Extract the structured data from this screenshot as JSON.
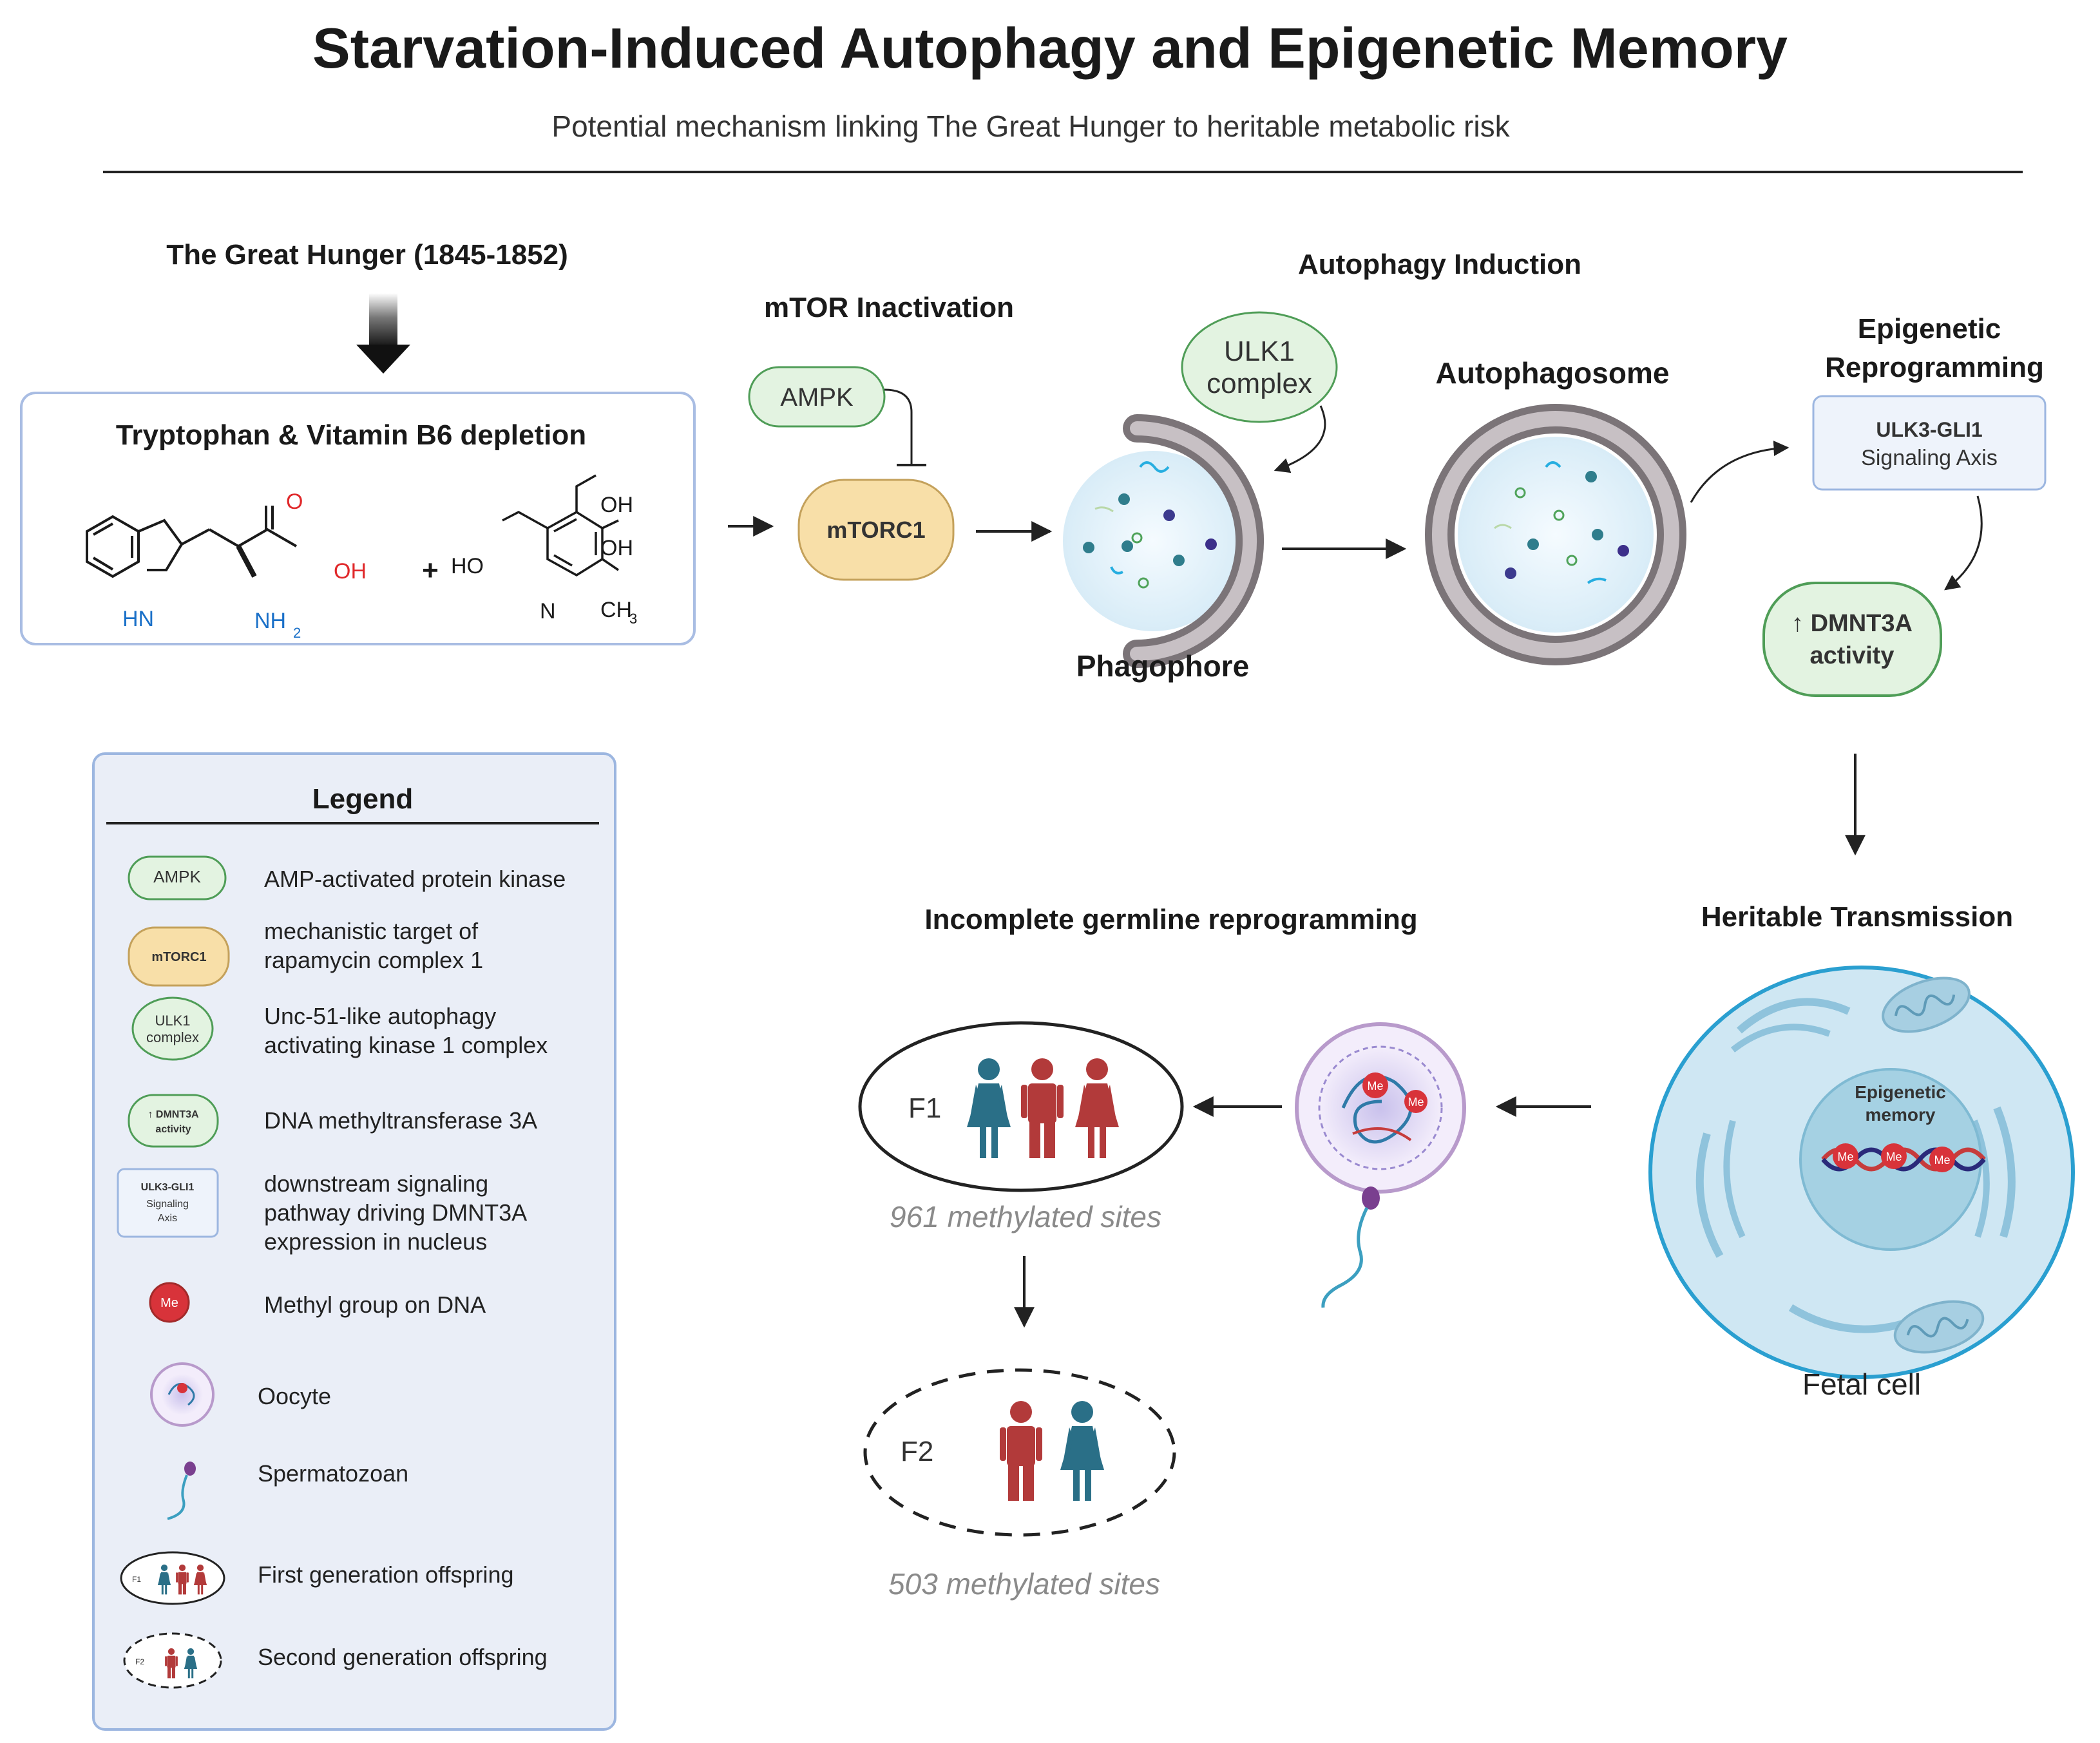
{
  "title": "Starvation-Induced Autophagy and Epigenetic Memory",
  "subtitle": "Potential mechanism linking The Great Hunger to heritable metabolic risk",
  "great_hunger": {
    "label": "The Great Hunger (1845-1852)",
    "box_title": "Tryptophan & Vitamin B6 depletion",
    "trp": {
      "O": "O",
      "OH": "OH",
      "HN": "HN",
      "NH2": "NH",
      "sub2": "2"
    },
    "plus": "+",
    "b6": {
      "OH1": "OH",
      "OH2": "OH",
      "HO": "HO",
      "N": "N",
      "CH3": "CH",
      "sub3": "3"
    }
  },
  "mtor": {
    "heading": "mTOR Inactivation",
    "ampk": "AMPK",
    "mtorc1": "mTORC1"
  },
  "autophagy": {
    "heading": "Autophagy Induction",
    "ulk1_line1": "ULK1",
    "ulk1_line2": "complex",
    "phagophore": "Phagophore",
    "autophagosome": "Autophagosome"
  },
  "epigenetic": {
    "heading_line1": "Epigenetic",
    "heading_line2": "Reprogramming",
    "ulk3_line1": "ULK3-GLI1",
    "ulk3_line2": "Signaling Axis",
    "dnmt_line1": "↑ DMNT3A",
    "dnmt_line2": "activity"
  },
  "heritable": {
    "heading": "Heritable Transmission",
    "memory_line1": "Epigenetic",
    "memory_line2": "memory",
    "me": "Me",
    "fetal_cell": "Fetal cell"
  },
  "germline": {
    "heading": "Incomplete germline reprogramming",
    "f1": "F1",
    "f1_sites": "961 methylated sites",
    "f2": "F2",
    "f2_sites": "503 methylated sites"
  },
  "legend": {
    "title": "Legend",
    "items": [
      {
        "icon_text": "AMPK",
        "desc": [
          "AMP-activated protein kinase"
        ]
      },
      {
        "icon_text": "mTORC1",
        "desc": [
          "mechanistic target of",
          "rapamycin complex 1"
        ]
      },
      {
        "icon_text_1": "ULK1",
        "icon_text_2": "complex",
        "desc": [
          "Unc-51-like autophagy",
          "activating kinase 1 complex"
        ]
      },
      {
        "icon_text_1": "↑ DMNT3A",
        "icon_text_2": "activity",
        "desc": [
          "DNA methyltransferase 3A"
        ]
      },
      {
        "icon_text_1": "ULK3-GLI1",
        "icon_text_2": "Signaling",
        "icon_text_3": "Axis",
        "desc": [
          "downstream signaling",
          "pathway driving DMNT3A",
          "expression in nucleus"
        ]
      },
      {
        "icon_text": "Me",
        "desc": [
          "Methyl group on DNA"
        ]
      },
      {
        "desc": [
          "Oocyte"
        ]
      },
      {
        "desc": [
          "Spermatozoan"
        ]
      },
      {
        "icon_text": "F1",
        "desc": [
          "First generation offspring"
        ]
      },
      {
        "icon_text": "F2",
        "desc": [
          "Second generation offspring"
        ]
      }
    ]
  },
  "colors": {
    "green_fill": "#e3f3e1",
    "green_stroke": "#4f9d57",
    "orange_fill": "#f8dfa8",
    "orange_stroke": "#c4a15b",
    "blue_box_stroke": "#9cb6e0",
    "blue_box_fill": "#eef3fb",
    "cell_fill": "#cfe7f3",
    "cell_stroke": "#2a9fd0",
    "teal": "#2f7d8c",
    "red": "#c63c3c",
    "purple": "#3c2f8a"
  }
}
